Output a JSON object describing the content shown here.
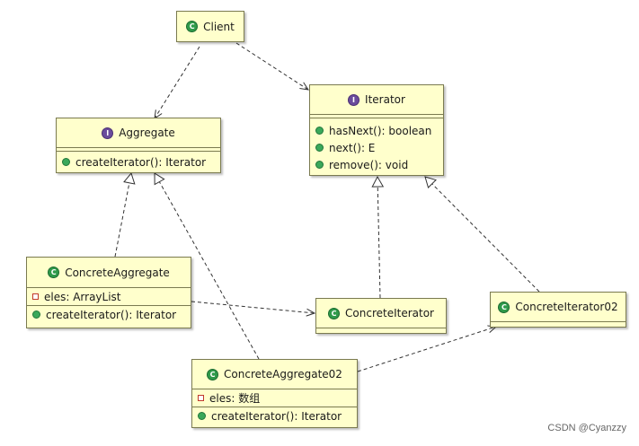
{
  "classes": {
    "client": {
      "name": "Client",
      "stereotype_letter": "C"
    },
    "iterator": {
      "name": "Iterator",
      "stereotype_letter": "I",
      "methods": [
        "hasNext(): boolean",
        "next(): E",
        "remove(): void"
      ]
    },
    "aggregate": {
      "name": "Aggregate",
      "stereotype_letter": "I",
      "methods": [
        "createIterator(): Iterator"
      ]
    },
    "concrete_aggregate": {
      "name": "ConcreteAggregate",
      "stereotype_letter": "C",
      "fields": [
        "eles: ArrayList"
      ],
      "methods": [
        "createIterator(): Iterator"
      ]
    },
    "concrete_iterator": {
      "name": "ConcreteIterator",
      "stereotype_letter": "C"
    },
    "concrete_iterator02": {
      "name": "ConcreteIterator02",
      "stereotype_letter": "C"
    },
    "concrete_aggregate02": {
      "name": "ConcreteAggregate02",
      "stereotype_letter": "C",
      "fields": [
        "eles: 数组"
      ],
      "methods": [
        "createIterator(): Iterator"
      ]
    }
  },
  "watermark": "CSDN @Cyanzzy"
}
